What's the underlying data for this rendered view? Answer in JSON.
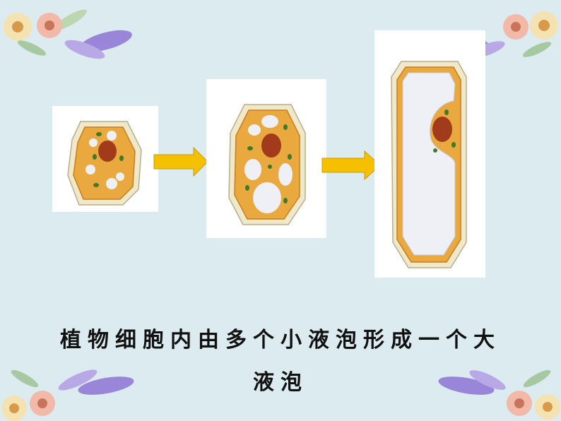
{
  "caption": {
    "line1": "植物细胞内由多个小液泡形成一个大",
    "line2": "液泡"
  },
  "colors": {
    "background": "#dcebf0",
    "cytoplasm": "#e9a93e",
    "cell_wall": "#efe8c9",
    "nucleus": "#a23a1c",
    "vacuole": "#eef0f6",
    "chloroplast": "#3f7a2a",
    "arrow": "#f5c000"
  },
  "stages": [
    {
      "id": "stage-1",
      "description": "small vacuoles"
    },
    {
      "id": "stage-2",
      "description": "vacuoles enlarging"
    },
    {
      "id": "stage-3",
      "description": "one large central vacuole"
    }
  ],
  "icons": [
    "flower-decoration-icon",
    "arrow-right-icon"
  ]
}
